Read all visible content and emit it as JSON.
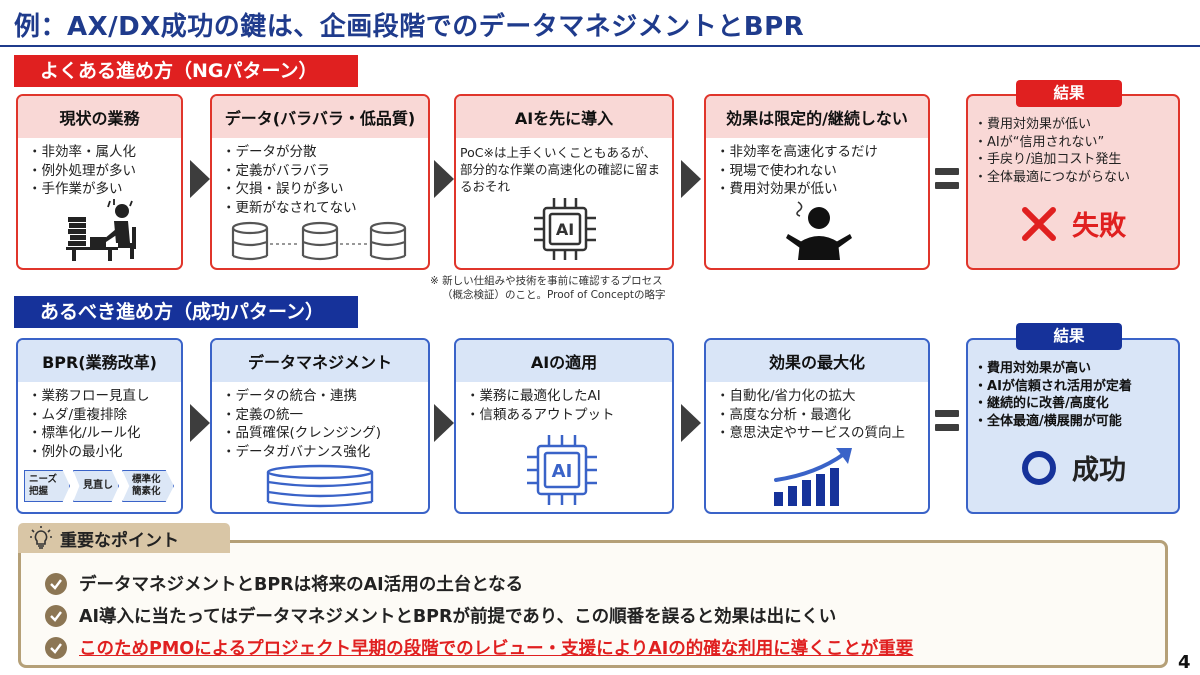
{
  "title": "例：AX/DX成功の鍵は、企画段階でのデータマネジメントとBPR",
  "ng": {
    "label": "よくある進め方（NGパターン）",
    "cards": [
      {
        "head": "現状の業務",
        "items": [
          "非効率・属人化",
          "例外処理が多い",
          "手作業が多い"
        ]
      },
      {
        "head": "データ(バラバラ・低品質)",
        "items": [
          "データが分散",
          "定義がバラバラ",
          "欠損・誤りが多い",
          "更新がなされてない"
        ]
      },
      {
        "head": "AIを先に導入",
        "text": "PoC※は上手くいくこともあるが、部分的な作業の高速化の確認に留まるおそれ"
      },
      {
        "head": "効果は限定的/継続しない",
        "items": [
          "非効率を高速化するだけ",
          "現場で使われない",
          "費用対効果が低い"
        ]
      }
    ],
    "footnote": [
      "※ 新しい仕組みや技術を事前に確認するプロセス",
      "（概念検証）のこと。Proof of Conceptの略字"
    ],
    "result_tag": "結果",
    "result_items": [
      "費用対効果が低い",
      "AIが“信用されない”",
      "手戻り/追加コスト発生",
      "全体最適につながらない"
    ],
    "verdict": "失敗"
  },
  "ok": {
    "label": "あるべき進め方（成功パターン）",
    "cards": [
      {
        "head": "BPR(業務改革)",
        "items": [
          "業務フロー見直し",
          "ムダ/重複排除",
          "標準化/ルール化",
          "例外の最小化"
        ],
        "steps": [
          "ニーズ把握",
          "見直し",
          "標準化簡素化"
        ]
      },
      {
        "head": "データマネジメント",
        "items": [
          "データの統合・連携",
          "定義の統一",
          "品質確保(クレンジング)",
          "データガバナンス強化"
        ]
      },
      {
        "head": "AIの適用",
        "items": [
          "業務に最適化したAI",
          "信頼あるアウトプット"
        ]
      },
      {
        "head": "効果の最大化",
        "items": [
          "自動化/省力化の拡大",
          "高度な分析・最適化",
          "意思決定やサービスの質向上"
        ]
      }
    ],
    "result_tag": "結果",
    "result_items": [
      "費用対効果が高い",
      "AIが信頼され活用が定着",
      "継続的に改善/高度化",
      "全体最適/横展開が可能"
    ],
    "verdict": "成功"
  },
  "points": {
    "title": "重要なポイント",
    "items": [
      "データマネジメントとBPRは将来のAI活用の土台となる",
      "AI導入に当たってはデータマネジメントとBPRが前提であり、この順番を誤ると効果は出にくい",
      "このためPMOによるプロジェクト早期の段階でのレビュー・支援によりAIの的確な利用に導くことが重要"
    ]
  },
  "page_number": "4",
  "chip_text": "AI",
  "colors": {
    "red": "#e02020",
    "blue": "#16329a",
    "brown": "#8c7654"
  }
}
